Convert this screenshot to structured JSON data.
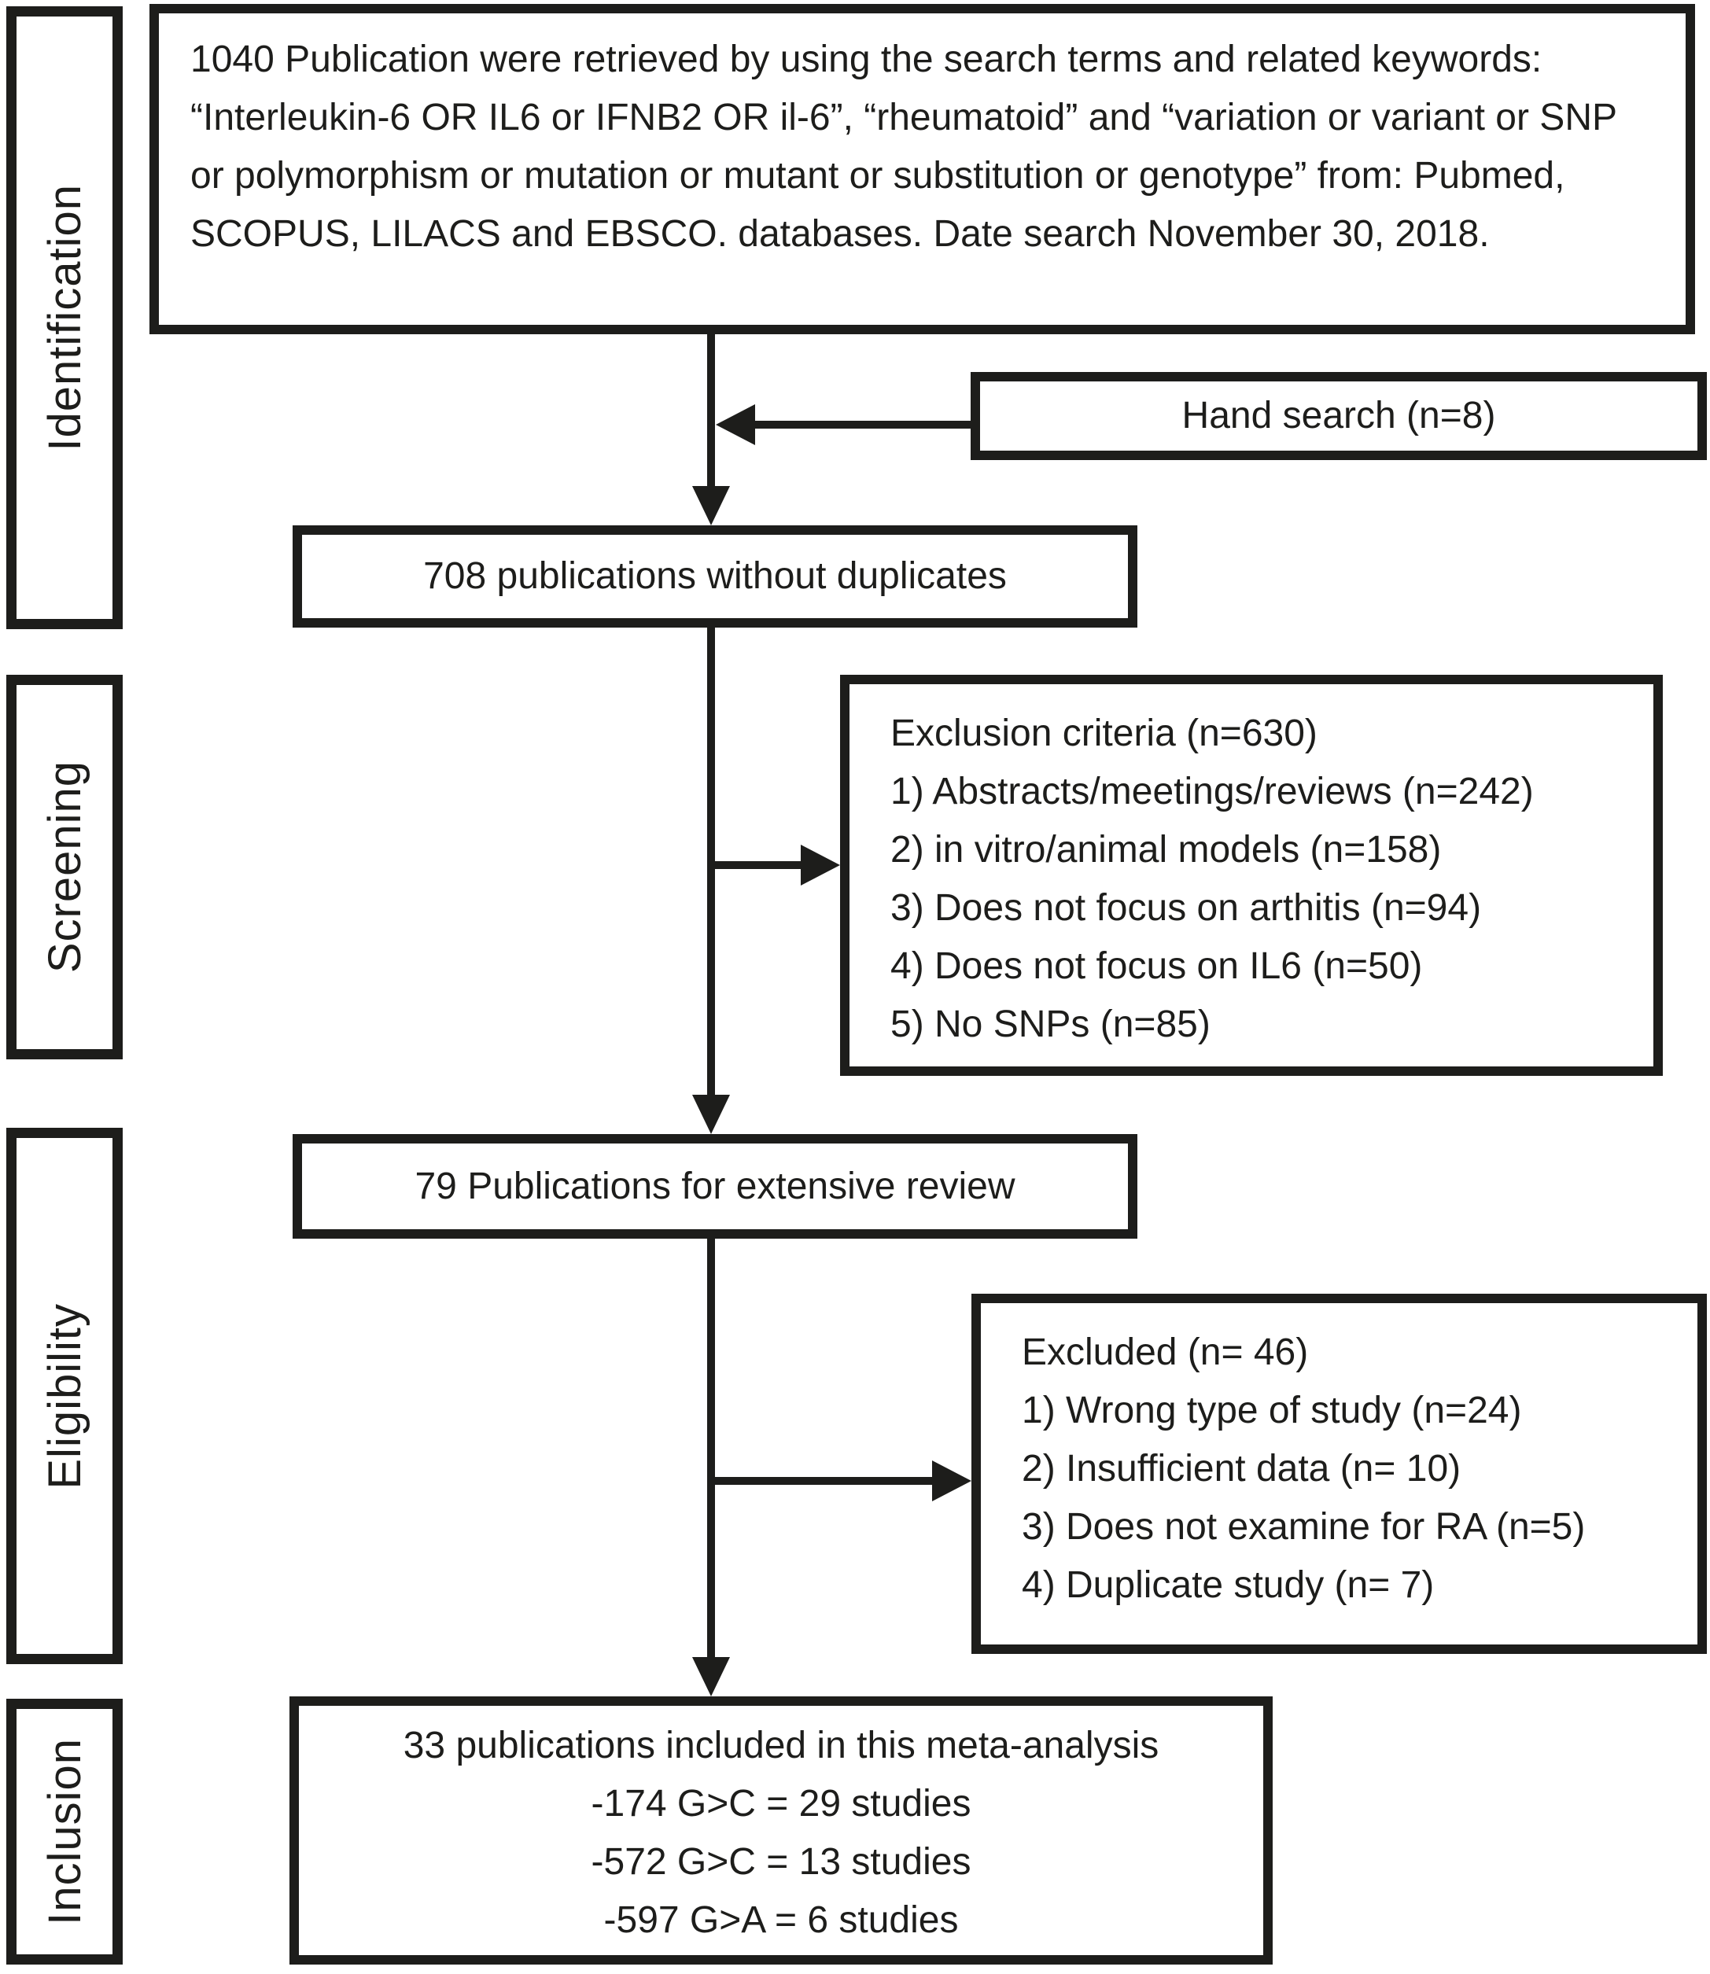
{
  "ink_color": "#1d1d1b",
  "stages": [
    {
      "label": "Identification"
    },
    {
      "label": "Screening"
    },
    {
      "label": "Eligibility"
    },
    {
      "label": "Inclusion"
    }
  ],
  "boxes": {
    "retrieved": {
      "text": "1040 Publication were retrieved by using the search terms and related keywords: “Interleukin-6 OR IL6 or IFNB2 OR il-6”, “rheumatoid” and “variation or variant or SNP or polymorphism or mutation or mutant or substitution or genotype” from: Pubmed, SCOPUS, LILACS and EBSCO. databases. Date search November 30, 2018."
    },
    "hand_search": {
      "text": "Hand search (n=8)"
    },
    "no_duplicates": {
      "text": "708 publications without duplicates"
    },
    "exclusion": {
      "title": "Exclusion criteria (n=630)",
      "items": [
        "1) Abstracts/meetings/reviews (n=242)",
        "2) in vitro/animal models (n=158)",
        "3) Does not focus on arthitis (n=94)",
        "4) Does not focus on IL6 (n=50)",
        "5) No SNPs (n=85)"
      ]
    },
    "extensive_review": {
      "text": "79 Publications for extensive review"
    },
    "excluded": {
      "title": "Excluded (n= 46)",
      "items": [
        "1) Wrong type of study (n=24)",
        "2) Insufficient data (n= 10)",
        "3) Does not examine for RA (n=5)",
        "4) Duplicate study (n= 7)"
      ]
    },
    "included": {
      "title": "33 publications included in this meta-analysis",
      "items": [
        "-174 G>C = 29 studies",
        "-572 G>C = 13 studies",
        "-597 G>A = 6 studies"
      ]
    }
  }
}
